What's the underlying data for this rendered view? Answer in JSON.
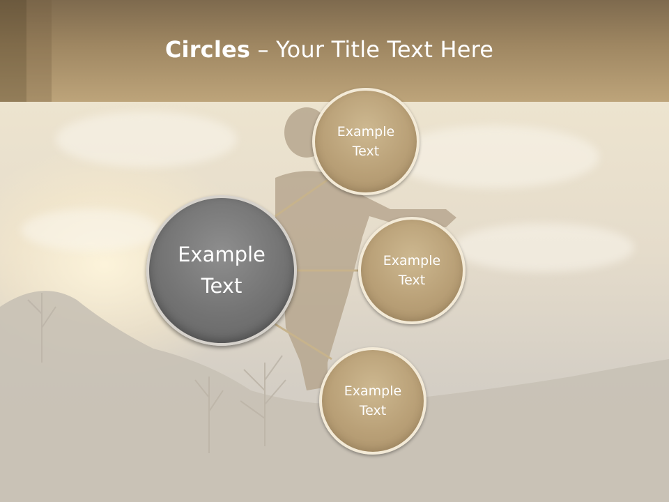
{
  "title": {
    "bold": "Circles",
    "rest": " – Your Title Text Here"
  },
  "center_circle": {
    "text": "Example\nText"
  },
  "satellites": [
    {
      "text": "Example\nText"
    },
    {
      "text": "Example\nText"
    },
    {
      "text": "Example\nText"
    }
  ],
  "colors": {
    "header": "#a58c66",
    "satellite_fill": "#bca47b",
    "center_fill": "#747474",
    "connector": "#c7b38c"
  }
}
